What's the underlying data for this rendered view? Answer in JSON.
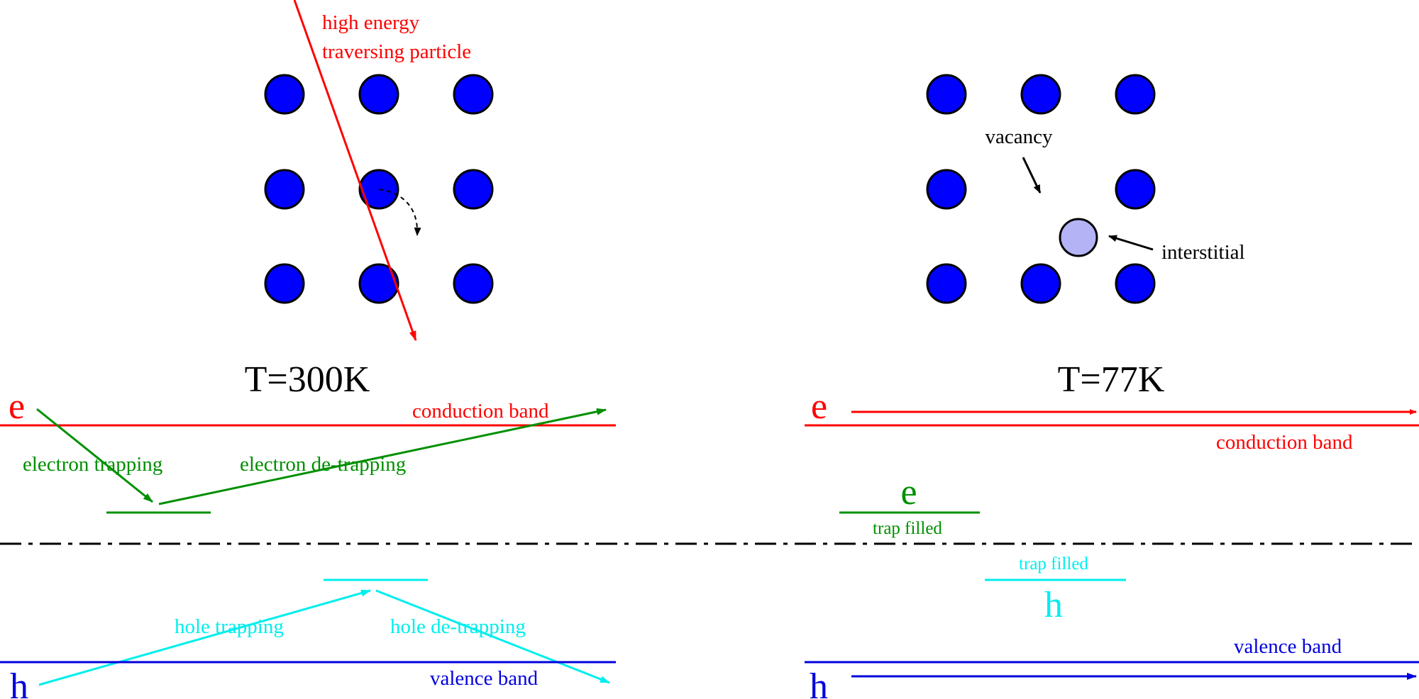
{
  "colors": {
    "red": "#ff0000",
    "green": "#008f00",
    "cyan": "#00eeee",
    "blue": "#0000dd",
    "atom": "#0000ff",
    "interstitial": "#b3b3f5",
    "black": "#000000"
  },
  "lattice_left": {
    "particle_label_line1": "high energy",
    "particle_label_line2": "traversing particle",
    "temperature": "T=300K"
  },
  "lattice_right": {
    "vacancy_label": "vacancy",
    "interstitial_label": "interstitial",
    "temperature": "T=77K"
  },
  "band_left": {
    "e_symbol": "e",
    "h_symbol": "h",
    "conduction_band": "conduction band",
    "valence_band": "valence band",
    "electron_trapping": "electron trapping",
    "electron_detrapping": "electron de-trapping",
    "hole_trapping": "hole trapping",
    "hole_detrapping": "hole de-trapping"
  },
  "band_right": {
    "e_symbol": "e",
    "h_symbol": "h",
    "conduction_band": "conduction band",
    "valence_band": "valence band",
    "trap_e_symbol": "e",
    "trap_h_symbol": "h",
    "electron_trap_filled": "trap filled",
    "hole_trap_filled": "trap filled"
  }
}
